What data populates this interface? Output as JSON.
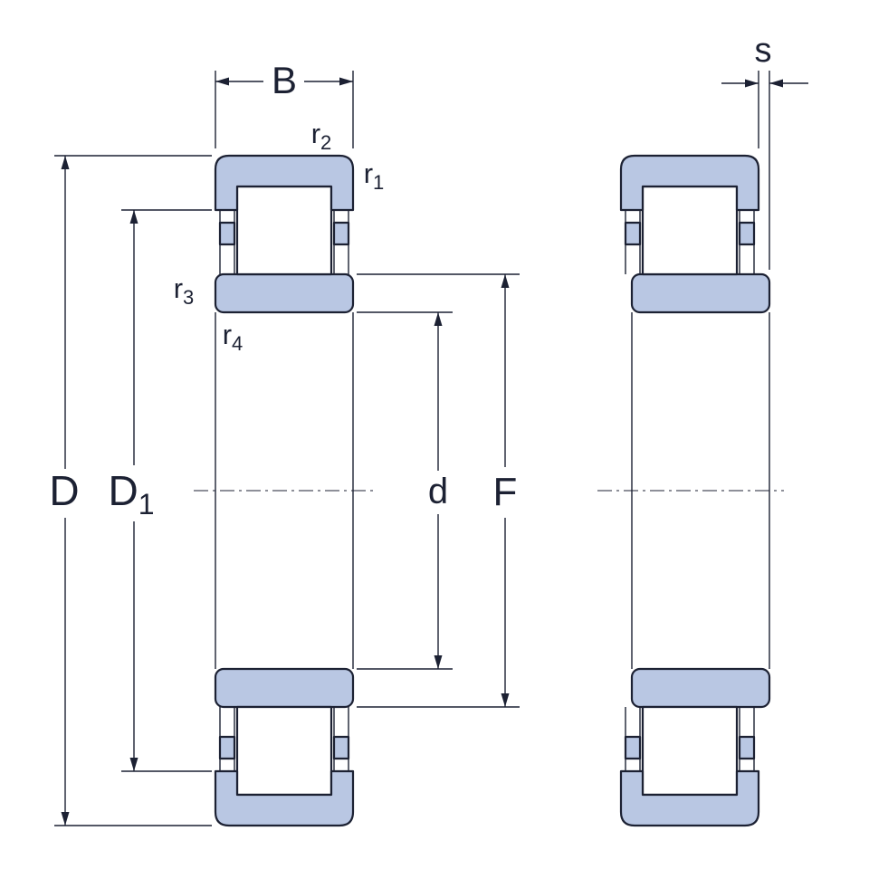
{
  "diagram": {
    "colors": {
      "ring_fill": "#b9c7e3",
      "line": "#1c2133",
      "background": "#ffffff"
    },
    "labels": {
      "B": "B",
      "D": "D",
      "D1": {
        "base": "D",
        "sub": "1"
      },
      "d": "d",
      "F": "F",
      "s": "s",
      "r1": {
        "base": "r",
        "sub": "1"
      },
      "r2": {
        "base": "r",
        "sub": "2"
      },
      "r3": {
        "base": "r",
        "sub": "3"
      },
      "r4": {
        "base": "r",
        "sub": "4"
      }
    }
  }
}
